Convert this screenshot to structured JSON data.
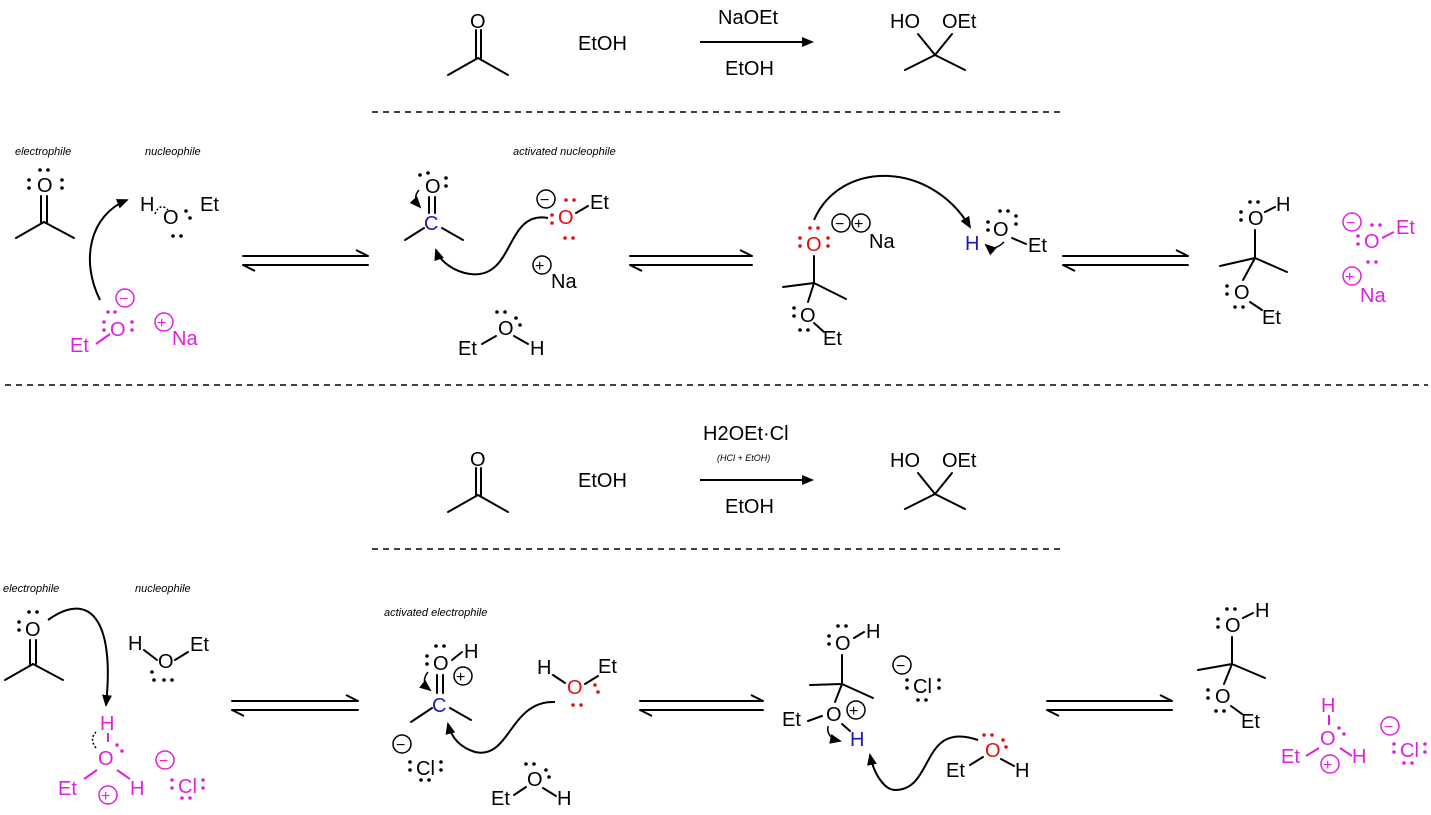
{
  "colors": {
    "ink": "#000000",
    "reagent": "#e020e0",
    "electrophilic_carbon": "#1a1ab8",
    "nucleophilic_oxygen": "#e01010",
    "background": "#ffffff"
  },
  "base_scheme": {
    "reactant": "EtOH",
    "reagent_above": "NaOEt",
    "solvent_below": "EtOH",
    "product_left": "HO",
    "product_right": "OEt"
  },
  "base_mechanism": {
    "label_electrophile": "electrophile",
    "label_nucleophile": "nucleophile",
    "label_activated": "activated nucleophile",
    "atoms": {
      "O": "O",
      "C": "C",
      "H": "H",
      "Et": "Et",
      "Na": "Na"
    },
    "charges": {
      "minus": "−",
      "plus": "+"
    }
  },
  "acid_scheme": {
    "reactant": "EtOH",
    "reagent_above": "H2OEt·Cl",
    "reagent_note": "(HCl + EtOH)",
    "solvent_below": "EtOH",
    "product_left": "HO",
    "product_right": "OEt"
  },
  "acid_mechanism": {
    "label_electrophile": "electrophile",
    "label_nucleophile": "nucleophile",
    "label_activated": "activated electrophile",
    "atoms": {
      "O": "O",
      "C": "C",
      "H": "H",
      "Et": "Et",
      "Cl": "Cl"
    },
    "charges": {
      "minus": "−",
      "plus": "+"
    }
  }
}
